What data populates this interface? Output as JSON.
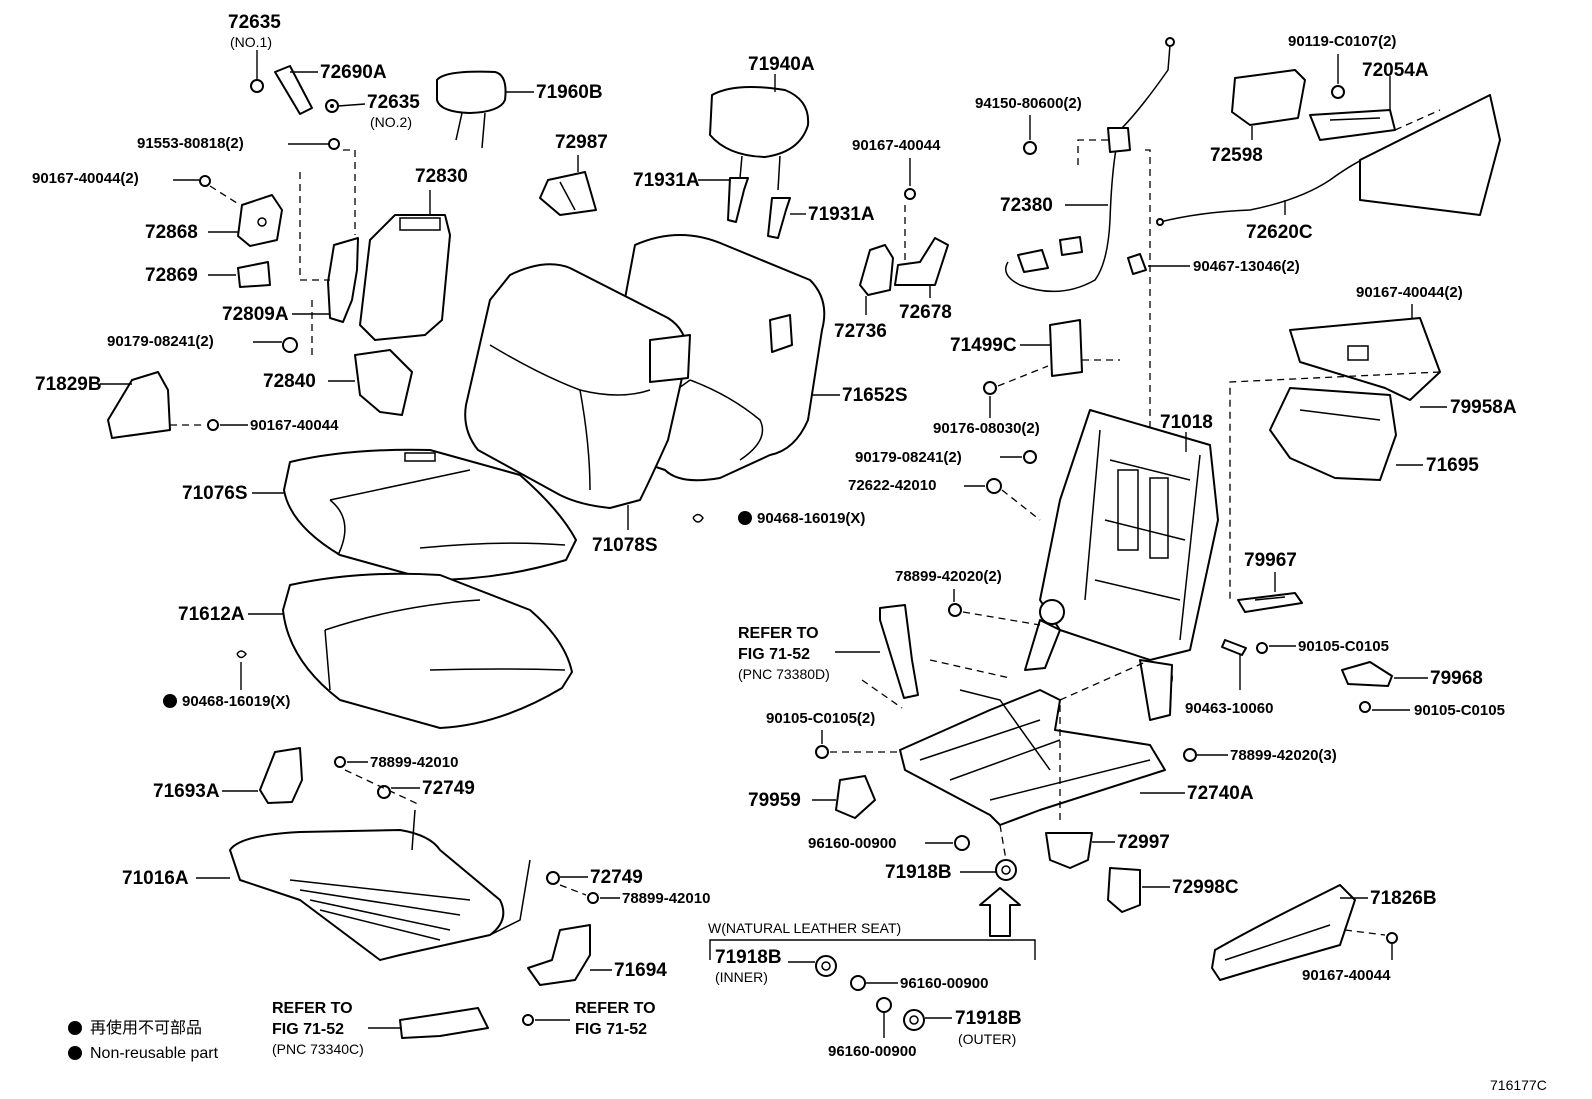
{
  "diagram_code": "716177C",
  "legend": {
    "jp_text": "再使用不可部品",
    "en_text": "Non-reusable part"
  },
  "labels": {
    "p72635_no1": "72635",
    "p72635_no1_sub": "(NO.1)",
    "p72690A": "72690A",
    "p72635_no2": "72635",
    "p72635_no2_sub": "(NO.2)",
    "p91553": "91553-80818(2)",
    "p90167_2": "90167-40044(2)",
    "p72868": "72868",
    "p72869": "72869",
    "p72809A": "72809A",
    "p90179_a": "90179-08241(2)",
    "p71829B": "71829B",
    "p90167_a": "90167-40044",
    "p71960B": "71960B",
    "p72830": "72830",
    "p72840": "72840",
    "p72987": "72987",
    "p71940A": "71940A",
    "p71931A_1": "71931A",
    "p71931A_2": "71931A",
    "p71652S": "71652S",
    "p71078S": "71078S",
    "p71076S": "71076S",
    "p71612A": "71612A",
    "p90468_a": "90468-16019(X)",
    "p90468_b": "90468-16019(X)",
    "p90167_b": "90167-40044",
    "p72736": "72736",
    "p72678": "72678",
    "p94150": "94150-80600(2)",
    "p72380": "72380",
    "p90467": "90467-13046(2)",
    "p71499C": "71499C",
    "p90176": "90176-08030(2)",
    "p71018": "71018",
    "p90179_b": "90179-08241(2)",
    "p72622": "72622-42010",
    "p90119": "90119-C0107(2)",
    "p72054A": "72054A",
    "p72598": "72598",
    "p72620C": "72620C",
    "p90167_c": "90167-40044(2)",
    "p79958A": "79958A",
    "p71695": "71695",
    "p79967": "79967",
    "p90105_a": "90105-C0105",
    "p79968": "79968",
    "p90105_b": "90105-C0105",
    "p90463": "90463-10060",
    "p78899_a": "78899-42020(2)",
    "p78899_b": "78899-42020(3)",
    "ref1_line1": "REFER TO",
    "ref1_line2": "FIG 71-52",
    "ref1_pnc": "(PNC 73380D)",
    "p90105_c": "90105-C0105(2)",
    "p79959": "79959",
    "p72740A": "72740A",
    "p96160_a": "96160-00900",
    "p71918B_a": "71918B",
    "p72997": "72997",
    "p72998C": "72998C",
    "p71826B": "71826B",
    "p90167_d": "90167-40044",
    "p71693A": "71693A",
    "p78899_c": "78899-42010",
    "p72749_a": "72749",
    "p71016A": "71016A",
    "p72749_b": "72749",
    "p78899_d": "78899-42010",
    "p71694": "71694",
    "ref2_line1": "REFER TO",
    "ref2_line2": "FIG 71-52",
    "ref2_pnc": "(PNC 73340C)",
    "ref3_line1": "REFER TO",
    "ref3_line2": "FIG 71-52",
    "nl_title": "W(NATURAL LEATHER SEAT)",
    "nl_71918B_inner": "71918B",
    "nl_inner": "(INNER)",
    "nl_96160_a": "96160-00900",
    "nl_71918B_outer": "71918B",
    "nl_outer": "(OUTER)",
    "nl_96160_b": "96160-00900"
  }
}
